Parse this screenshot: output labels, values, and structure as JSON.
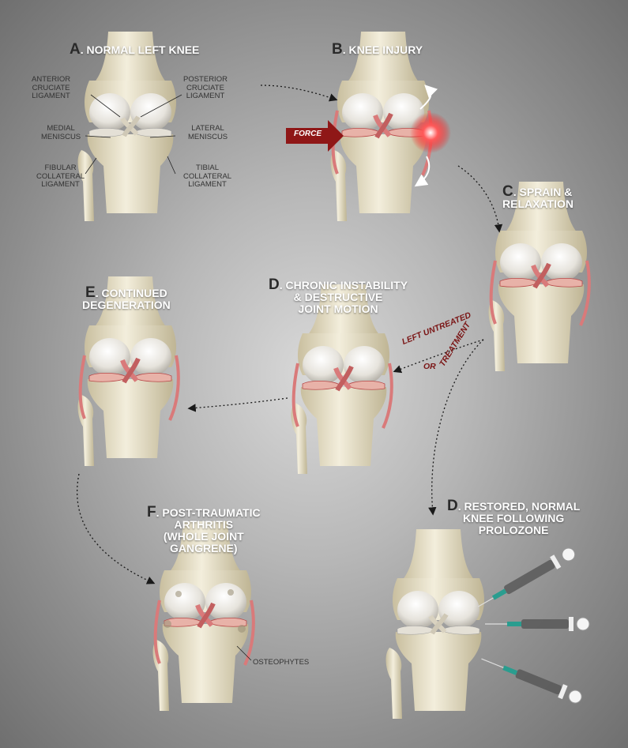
{
  "colors": {
    "bone": "#efe9d4",
    "bone_shadow": "#b9ae8f",
    "ligament": "#d97a7a",
    "ligament_dark": "#b84848",
    "arrow_force": "#8f1717",
    "burst": "#e83232",
    "label_red": "#7a1414"
  },
  "panels": {
    "a": {
      "letter": "A",
      "title": "NORMAL LEFT KNEE"
    },
    "b": {
      "letter": "B",
      "title": "KNEE INJURY",
      "force": "FORCE"
    },
    "c": {
      "letter": "C",
      "title": "SPRAIN &\nRELAXATION"
    },
    "d": {
      "letter": "D",
      "title": "CHRONIC INSTABILITY\n& DESTRUCTIVE\nJOINT MOTION"
    },
    "e": {
      "letter": "E",
      "title": "CONTINUED\nDEGENERATION"
    },
    "f": {
      "letter": "F",
      "title": "POST-TRAUMATIC\nARTHRITIS\n(WHOLE JOINT\nGANGRENE)"
    },
    "d2": {
      "letter": "D",
      "title": "RESTORED, NORMAL\nKNEE FOLLOWING\nPROLOZONE"
    }
  },
  "labels": {
    "acl": "ANTERIOR\nCRUCIATE\nLIGAMENT",
    "pcl": "POSTERIOR\nCRUCIATE\nLIGAMENT",
    "medial_meniscus": "MEDIAL\nMENISCUS",
    "lateral_meniscus": "LATERAL\nMENISCUS",
    "fibular_collateral": "FIBULAR\nCOLLATERAL\nLIGAMENT",
    "tibial_collateral": "TIBIAL\nCOLLATERAL\nLIGAMENT",
    "osteophytes": "OSTEOPHYTES"
  },
  "paths": {
    "left_untreated": "LEFT UNTREATED",
    "or": "OR",
    "treatment": "TREATMENT"
  }
}
